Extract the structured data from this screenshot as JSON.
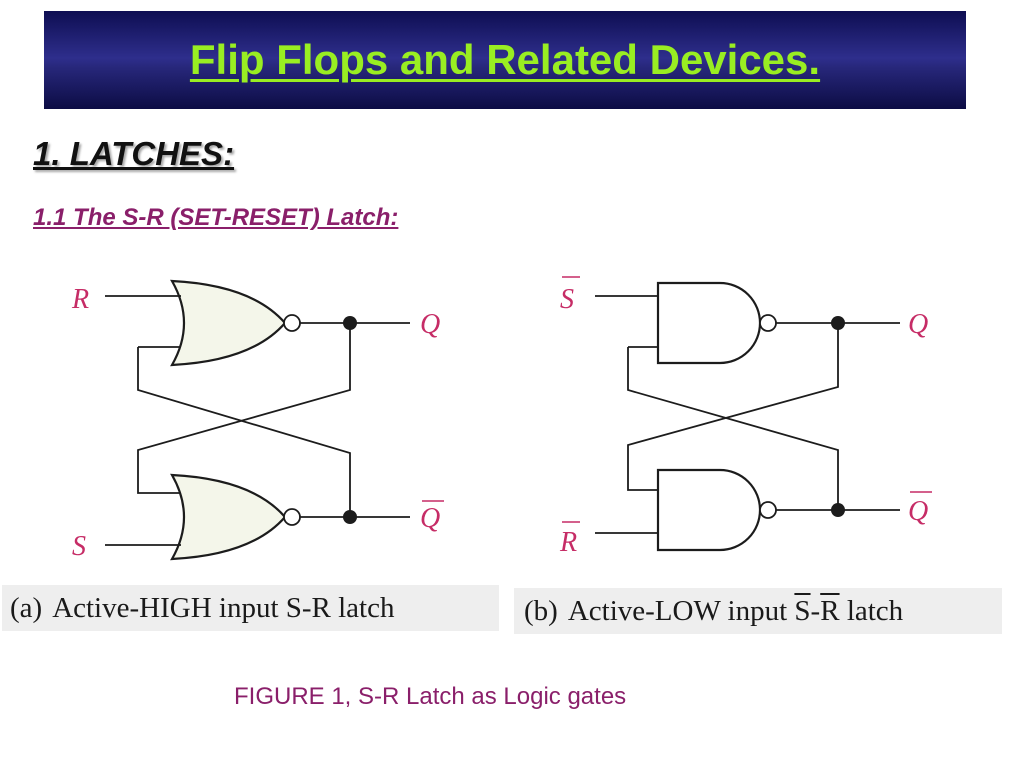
{
  "slide": {
    "title": "Flip Flops and Related Devices.",
    "section_heading": "1. LATCHES:",
    "subsection_heading": "1.1 The S-R (SET-RESET) Latch:",
    "figure_caption": "FIGURE 1, S-R Latch as Logic gates"
  },
  "diagram_a": {
    "input_top": "R",
    "input_bottom": "S",
    "output_top": "Q",
    "output_bottom": "Q",
    "gate_type": "NOR",
    "caption_tag": "(a)",
    "caption_text": "Active-HIGH input S-R latch"
  },
  "diagram_b": {
    "input_top": "S",
    "input_bottom": "R",
    "output_top": "Q",
    "output_bottom": "Q",
    "gate_type": "NAND",
    "caption_tag": "(b)",
    "caption_prefix": "Active-LOW input ",
    "caption_s": "S",
    "caption_dash": "-",
    "caption_r": "R",
    "caption_suffix": " latch"
  },
  "colors": {
    "banner": "#1e1e6e",
    "title": "#99ee22",
    "accent": "#8a1f6a",
    "signal_label": "#c62c66",
    "nor_fill": "#f4f6ea"
  }
}
